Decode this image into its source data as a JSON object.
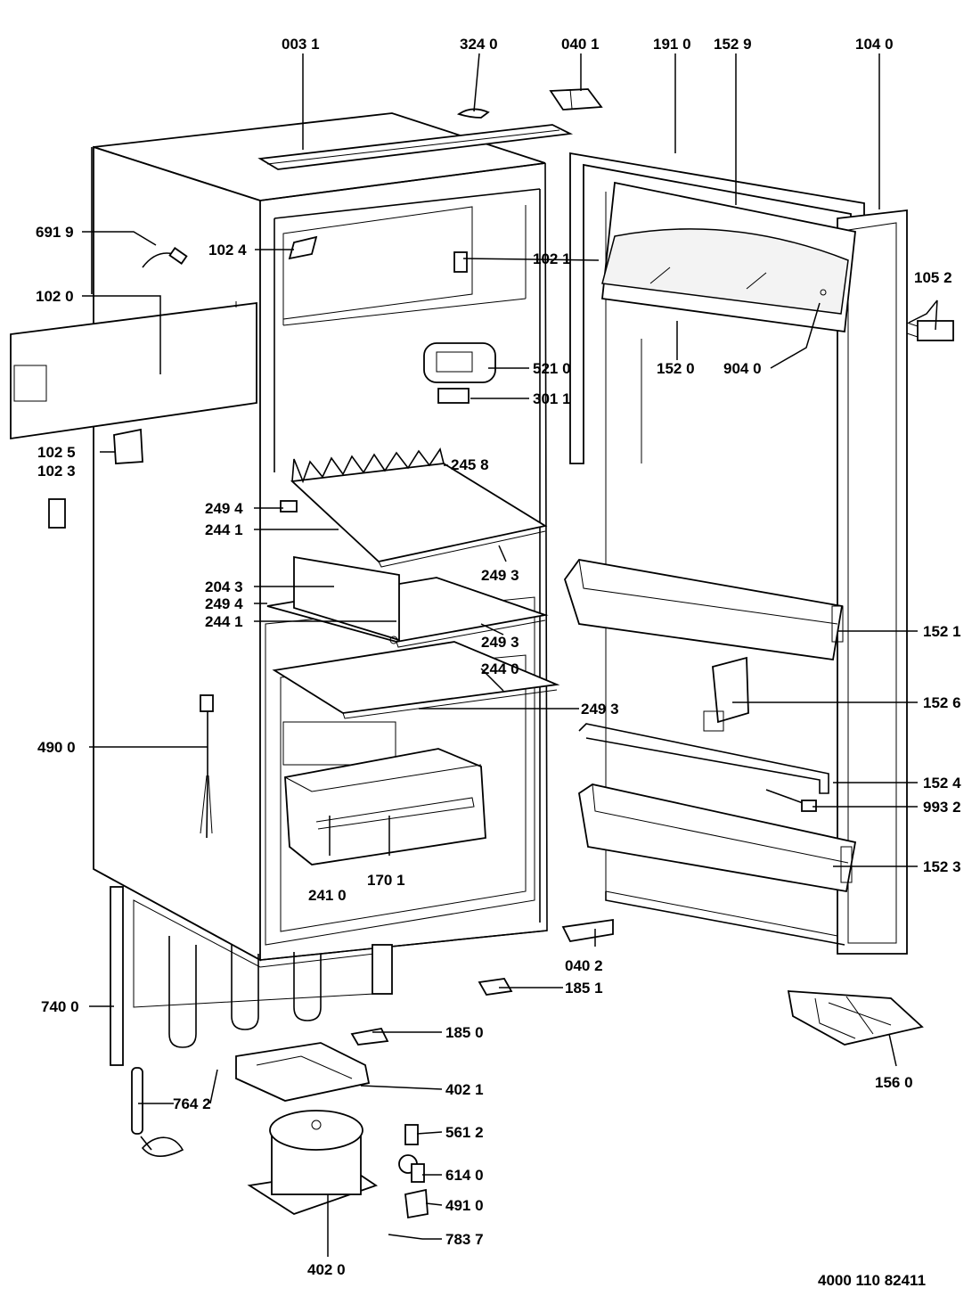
{
  "diagram": {
    "doc_number": "4000 110 82411",
    "parts": [
      {
        "id": "p0031",
        "label": "003 1"
      },
      {
        "id": "p3240",
        "label": "324 0"
      },
      {
        "id": "p0401",
        "label": "040 1"
      },
      {
        "id": "p1910",
        "label": "191 0"
      },
      {
        "id": "p1529",
        "label": "152 9"
      },
      {
        "id": "p1040",
        "label": "104 0"
      },
      {
        "id": "p6919",
        "label": "691 9"
      },
      {
        "id": "p1024",
        "label": "102 4"
      },
      {
        "id": "p1021",
        "label": "102 1"
      },
      {
        "id": "p1052",
        "label": "105 2"
      },
      {
        "id": "p1020",
        "label": "102 0"
      },
      {
        "id": "p5210",
        "label": "521 0"
      },
      {
        "id": "p1520",
        "label": "152 0"
      },
      {
        "id": "p9040",
        "label": "904 0"
      },
      {
        "id": "p3011",
        "label": "301 1"
      },
      {
        "id": "p1025",
        "label": "102 5"
      },
      {
        "id": "p1023",
        "label": "102 3"
      },
      {
        "id": "p2458",
        "label": "245 8"
      },
      {
        "id": "p2494a",
        "label": "249 4"
      },
      {
        "id": "p2441a",
        "label": "244 1"
      },
      {
        "id": "p2493a",
        "label": "249 3"
      },
      {
        "id": "p2043",
        "label": "204 3"
      },
      {
        "id": "p2494b",
        "label": "249 4"
      },
      {
        "id": "p2441b",
        "label": "244 1"
      },
      {
        "id": "p2493b",
        "label": "249 3"
      },
      {
        "id": "p1521",
        "label": "152 1"
      },
      {
        "id": "p2440",
        "label": "244 0"
      },
      {
        "id": "p2493c",
        "label": "249 3"
      },
      {
        "id": "p1526",
        "label": "152 6"
      },
      {
        "id": "p4900",
        "label": "490 0"
      },
      {
        "id": "p1524",
        "label": "152 4"
      },
      {
        "id": "p9932",
        "label": "993 2"
      },
      {
        "id": "p1523",
        "label": "152 3"
      },
      {
        "id": "p2410",
        "label": "241 0"
      },
      {
        "id": "p1701",
        "label": "170 1"
      },
      {
        "id": "p0402",
        "label": "040 2"
      },
      {
        "id": "p1851",
        "label": "185 1"
      },
      {
        "id": "p7400",
        "label": "740 0"
      },
      {
        "id": "p1850",
        "label": "185 0"
      },
      {
        "id": "p1560",
        "label": "156 0"
      },
      {
        "id": "p4021",
        "label": "402 1"
      },
      {
        "id": "p7642",
        "label": "764 2"
      },
      {
        "id": "p5612",
        "label": "561 2"
      },
      {
        "id": "p6140",
        "label": "614 0"
      },
      {
        "id": "p4910",
        "label": "491 0"
      },
      {
        "id": "p7837",
        "label": "783 7"
      },
      {
        "id": "p4020",
        "label": "402 0"
      }
    ]
  }
}
